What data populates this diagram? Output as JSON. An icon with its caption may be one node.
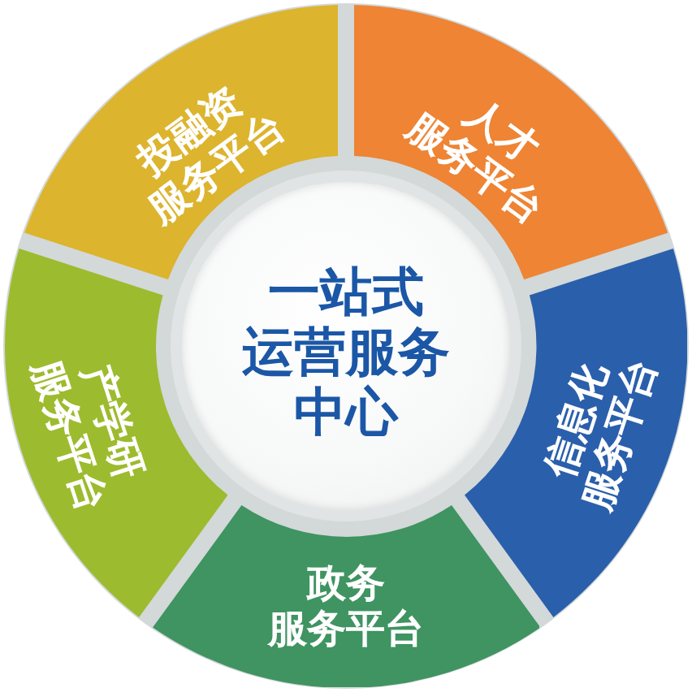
{
  "diagram": {
    "nodes": [
      {
        "text": [
          "一站式运营服务中心"
        ]
      },
      {
        "text": [
          "投融资服务平台"
        ]
      },
      {
        "text": [
          "人才服务平台"
        ]
      },
      {
        "text": [
          "信息化服务平台"
        ]
      },
      {
        "text": [
          "政务服务平台"
        ]
      },
      {
        "text": [
          "产学研服务平台"
        ]
      }
    ]
  }
}
